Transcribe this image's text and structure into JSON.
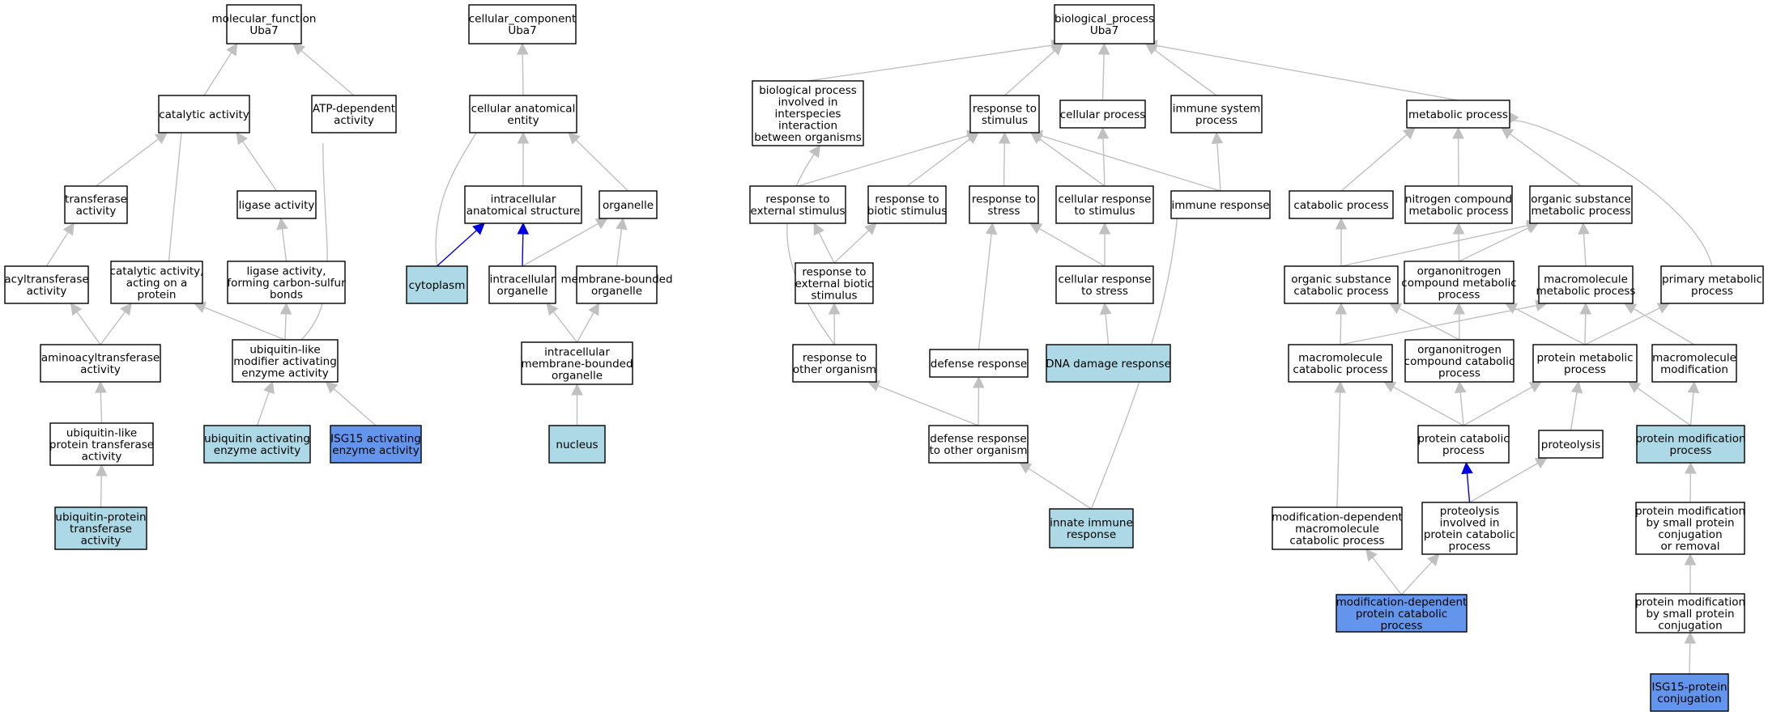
{
  "colors": {
    "node_default": "#ffffff",
    "node_annotated": "#add8e6",
    "node_query": "#6495ed",
    "edge_default": "#c0c0c0",
    "edge_highlight": "#0000e0"
  },
  "nodes": [
    {
      "id": "mf",
      "lines": [
        "molecular_function",
        "Uba7"
      ],
      "fill": "default"
    },
    {
      "id": "cat",
      "lines": [
        "catalytic activity"
      ],
      "fill": "default"
    },
    {
      "id": "atp",
      "lines": [
        "ATP-dependent",
        "activity"
      ],
      "fill": "default"
    },
    {
      "id": "trans",
      "lines": [
        "transferase",
        "activity"
      ],
      "fill": "default"
    },
    {
      "id": "lig",
      "lines": [
        "ligase activity"
      ],
      "fill": "default"
    },
    {
      "id": "acyl",
      "lines": [
        "acyltransferase",
        "activity"
      ],
      "fill": "default"
    },
    {
      "id": "catacyl",
      "lines": [
        "catalytic activity,",
        "acting on a",
        "protein"
      ],
      "fill": "default"
    },
    {
      "id": "ligcs",
      "lines": [
        "ligase activity,",
        "forming carbon-sulfur",
        "bonds"
      ],
      "fill": "default"
    },
    {
      "id": "aminoacyl",
      "lines": [
        "aminoacyltransferase",
        "activity"
      ],
      "fill": "default"
    },
    {
      "id": "ublmod",
      "lines": [
        "ubiquitin-like",
        "modifier activating",
        "enzyme activity"
      ],
      "fill": "default"
    },
    {
      "id": "ublptr",
      "lines": [
        "ubiquitin-like",
        "protein transferase",
        "activity"
      ],
      "fill": "default"
    },
    {
      "id": "ubact",
      "lines": [
        "ubiquitin activating",
        "enzyme activity"
      ],
      "fill": "annotated"
    },
    {
      "id": "isgact",
      "lines": [
        "ISG15 activating",
        "enzyme activity"
      ],
      "fill": "query"
    },
    {
      "id": "ubptr",
      "lines": [
        "ubiquitin-protein",
        "transferase",
        "activity"
      ],
      "fill": "annotated"
    },
    {
      "id": "cc",
      "lines": [
        "cellular_component",
        "Uba7"
      ],
      "fill": "default"
    },
    {
      "id": "cae",
      "lines": [
        "cellular anatomical",
        "entity"
      ],
      "fill": "default"
    },
    {
      "id": "ias",
      "lines": [
        "intracellular",
        "anatomical structure"
      ],
      "fill": "default"
    },
    {
      "id": "org",
      "lines": [
        "organelle"
      ],
      "fill": "default"
    },
    {
      "id": "cyto",
      "lines": [
        "cytoplasm"
      ],
      "fill": "annotated"
    },
    {
      "id": "iorg",
      "lines": [
        "intracellular",
        "organelle"
      ],
      "fill": "default"
    },
    {
      "id": "mbo",
      "lines": [
        "membrane-bounded",
        "organelle"
      ],
      "fill": "default"
    },
    {
      "id": "imbo",
      "lines": [
        "intracellular",
        "membrane-bounded",
        "organelle"
      ],
      "fill": "default"
    },
    {
      "id": "nuc",
      "lines": [
        "nucleus"
      ],
      "fill": "annotated"
    },
    {
      "id": "bp",
      "lines": [
        "biological_process",
        "Uba7"
      ],
      "fill": "default"
    },
    {
      "id": "bpinter",
      "lines": [
        "biological process",
        "involved in",
        "interspecies",
        "interaction",
        "between organisms"
      ],
      "fill": "default"
    },
    {
      "id": "rstim",
      "lines": [
        "response to",
        "stimulus"
      ],
      "fill": "default"
    },
    {
      "id": "cellp",
      "lines": [
        "cellular process"
      ],
      "fill": "default"
    },
    {
      "id": "immsys",
      "lines": [
        "immune system",
        "process"
      ],
      "fill": "default"
    },
    {
      "id": "metab",
      "lines": [
        "metabolic process"
      ],
      "fill": "default"
    },
    {
      "id": "rext",
      "lines": [
        "response to",
        "external stimulus"
      ],
      "fill": "default"
    },
    {
      "id": "rbio",
      "lines": [
        "response to",
        "biotic stimulus"
      ],
      "fill": "default"
    },
    {
      "id": "rstress",
      "lines": [
        "response to",
        "stress"
      ],
      "fill": "default"
    },
    {
      "id": "crstim",
      "lines": [
        "cellular response",
        "to stimulus"
      ],
      "fill": "default"
    },
    {
      "id": "immresp",
      "lines": [
        "immune response"
      ],
      "fill": "default"
    },
    {
      "id": "rextbio",
      "lines": [
        "response to",
        "external biotic",
        "stimulus"
      ],
      "fill": "default"
    },
    {
      "id": "crstress",
      "lines": [
        "cellular response",
        "to stress"
      ],
      "fill": "default"
    },
    {
      "id": "rother",
      "lines": [
        "response to",
        "other organism"
      ],
      "fill": "default"
    },
    {
      "id": "defresp",
      "lines": [
        "defense response"
      ],
      "fill": "default"
    },
    {
      "id": "dnadmg",
      "lines": [
        "DNA damage response"
      ],
      "fill": "annotated"
    },
    {
      "id": "defother",
      "lines": [
        "defense response",
        "to other organism"
      ],
      "fill": "default"
    },
    {
      "id": "innate",
      "lines": [
        "innate immune",
        "response"
      ],
      "fill": "annotated"
    },
    {
      "id": "catab",
      "lines": [
        "catabolic process"
      ],
      "fill": "default"
    },
    {
      "id": "ncmp",
      "lines": [
        "nitrogen compound",
        "metabolic process"
      ],
      "fill": "default"
    },
    {
      "id": "osmp",
      "lines": [
        "organic substance",
        "metabolic process"
      ],
      "fill": "default"
    },
    {
      "id": "oscp",
      "lines": [
        "organic substance",
        "catabolic process"
      ],
      "fill": "default"
    },
    {
      "id": "oncmp",
      "lines": [
        "organonitrogen",
        "compound metabolic",
        "process"
      ],
      "fill": "default"
    },
    {
      "id": "mmp",
      "lines": [
        "macromolecule",
        "metabolic process"
      ],
      "fill": "default"
    },
    {
      "id": "pmp",
      "lines": [
        "primary metabolic",
        "process"
      ],
      "fill": "default"
    },
    {
      "id": "mcp",
      "lines": [
        "macromolecule",
        "catabolic process"
      ],
      "fill": "default"
    },
    {
      "id": "onccp",
      "lines": [
        "organonitrogen",
        "compound catabolic",
        "process"
      ],
      "fill": "default"
    },
    {
      "id": "protmp",
      "lines": [
        "protein metabolic",
        "process"
      ],
      "fill": "default"
    },
    {
      "id": "mmod",
      "lines": [
        "macromolecule",
        "modification"
      ],
      "fill": "default"
    },
    {
      "id": "protcat",
      "lines": [
        "protein catabolic",
        "process"
      ],
      "fill": "default"
    },
    {
      "id": "proteol",
      "lines": [
        "proteolysis"
      ],
      "fill": "default"
    },
    {
      "id": "protmod",
      "lines": [
        "protein modification",
        "process"
      ],
      "fill": "annotated"
    },
    {
      "id": "mdmcp",
      "lines": [
        "modification-dependent",
        "macromolecule",
        "catabolic process"
      ],
      "fill": "default"
    },
    {
      "id": "proteolcat",
      "lines": [
        "proteolysis",
        "involved in",
        "protein catabolic",
        "process"
      ],
      "fill": "default"
    },
    {
      "id": "pmsmall",
      "lines": [
        "protein modification",
        "by small protein",
        "conjugation",
        "or removal"
      ],
      "fill": "default"
    },
    {
      "id": "mdpcp",
      "lines": [
        "modification-dependent",
        "protein catabolic",
        "process"
      ],
      "fill": "query"
    },
    {
      "id": "pmsmallconj",
      "lines": [
        "protein modification",
        "by small protein",
        "conjugation"
      ],
      "fill": "default"
    },
    {
      "id": "isgconj",
      "lines": [
        "ISG15-protein",
        "conjugation"
      ],
      "fill": "query"
    }
  ],
  "edges": [
    {
      "from": "cat",
      "to": "mf"
    },
    {
      "from": "atp",
      "to": "mf"
    },
    {
      "from": "trans",
      "to": "cat"
    },
    {
      "from": "lig",
      "to": "cat"
    },
    {
      "from": "catacyl",
      "to": "cat"
    },
    {
      "from": "acyl",
      "to": "trans"
    },
    {
      "from": "ligcs",
      "to": "lig"
    },
    {
      "from": "aminoacyl",
      "to": "acyl"
    },
    {
      "from": "aminoacyl",
      "to": "catacyl"
    },
    {
      "from": "ublmod",
      "to": "catacyl"
    },
    {
      "from": "ublmod",
      "to": "ligcs"
    },
    {
      "from": "ublmod",
      "to": "atp"
    },
    {
      "from": "ublptr",
      "to": "aminoacyl"
    },
    {
      "from": "ubact",
      "to": "ublmod"
    },
    {
      "from": "isgact",
      "to": "ublmod"
    },
    {
      "from": "ubptr",
      "to": "ublptr"
    },
    {
      "from": "cae",
      "to": "cc"
    },
    {
      "from": "ias",
      "to": "cae"
    },
    {
      "from": "org",
      "to": "cae"
    },
    {
      "from": "cyto",
      "to": "cae"
    },
    {
      "from": "cyto",
      "to": "ias",
      "highlight": true
    },
    {
      "from": "iorg",
      "to": "ias",
      "highlight": true
    },
    {
      "from": "iorg",
      "to": "org"
    },
    {
      "from": "mbo",
      "to": "org"
    },
    {
      "from": "imbo",
      "to": "iorg"
    },
    {
      "from": "imbo",
      "to": "mbo"
    },
    {
      "from": "nuc",
      "to": "imbo"
    },
    {
      "from": "bpinter",
      "to": "bp"
    },
    {
      "from": "rstim",
      "to": "bp"
    },
    {
      "from": "cellp",
      "to": "bp"
    },
    {
      "from": "immsys",
      "to": "bp"
    },
    {
      "from": "metab",
      "to": "bp"
    },
    {
      "from": "rext",
      "to": "rstim"
    },
    {
      "from": "rbio",
      "to": "rstim"
    },
    {
      "from": "rstress",
      "to": "rstim"
    },
    {
      "from": "crstim",
      "to": "rstim"
    },
    {
      "from": "crstim",
      "to": "cellp"
    },
    {
      "from": "immresp",
      "to": "rstim"
    },
    {
      "from": "immresp",
      "to": "immsys"
    },
    {
      "from": "rextbio",
      "to": "rext"
    },
    {
      "from": "rextbio",
      "to": "rbio"
    },
    {
      "from": "crstress",
      "to": "rstress"
    },
    {
      "from": "crstress",
      "to": "crstim"
    },
    {
      "from": "rother",
      "to": "rextbio"
    },
    {
      "from": "rother",
      "to": "bpinter",
      "curve": "left"
    },
    {
      "from": "defresp",
      "to": "rstress"
    },
    {
      "from": "dnadmg",
      "to": "crstress"
    },
    {
      "from": "defother",
      "to": "rother"
    },
    {
      "from": "defother",
      "to": "defresp"
    },
    {
      "from": "innate",
      "to": "defother"
    },
    {
      "from": "innate",
      "to": "immresp"
    },
    {
      "from": "catab",
      "to": "metab"
    },
    {
      "from": "ncmp",
      "to": "metab"
    },
    {
      "from": "osmp",
      "to": "metab"
    },
    {
      "from": "pmp",
      "to": "metab"
    },
    {
      "from": "oscp",
      "to": "catab"
    },
    {
      "from": "oscp",
      "to": "osmp"
    },
    {
      "from": "oncmp",
      "to": "ncmp"
    },
    {
      "from": "oncmp",
      "to": "osmp"
    },
    {
      "from": "mmp",
      "to": "osmp"
    },
    {
      "from": "mcp",
      "to": "oscp"
    },
    {
      "from": "mcp",
      "to": "mmp"
    },
    {
      "from": "onccp",
      "to": "oscp"
    },
    {
      "from": "onccp",
      "to": "oncmp"
    },
    {
      "from": "protmp",
      "to": "oncmp"
    },
    {
      "from": "protmp",
      "to": "mmp"
    },
    {
      "from": "protmp",
      "to": "pmp"
    },
    {
      "from": "mmod",
      "to": "mmp"
    },
    {
      "from": "protcat",
      "to": "mcp"
    },
    {
      "from": "protcat",
      "to": "onccp"
    },
    {
      "from": "protcat",
      "to": "protmp"
    },
    {
      "from": "proteol",
      "to": "protmp"
    },
    {
      "from": "protmod",
      "to": "protmp"
    },
    {
      "from": "protmod",
      "to": "mmod"
    },
    {
      "from": "mdmcp",
      "to": "mcp"
    },
    {
      "from": "proteolcat",
      "to": "protcat",
      "highlight": true
    },
    {
      "from": "proteolcat",
      "to": "proteol"
    },
    {
      "from": "pmsmall",
      "to": "protmod"
    },
    {
      "from": "mdpcp",
      "to": "mdmcp"
    },
    {
      "from": "mdpcp",
      "to": "proteolcat"
    },
    {
      "from": "pmsmallconj",
      "to": "pmsmall"
    },
    {
      "from": "isgconj",
      "to": "pmsmallconj"
    }
  ]
}
